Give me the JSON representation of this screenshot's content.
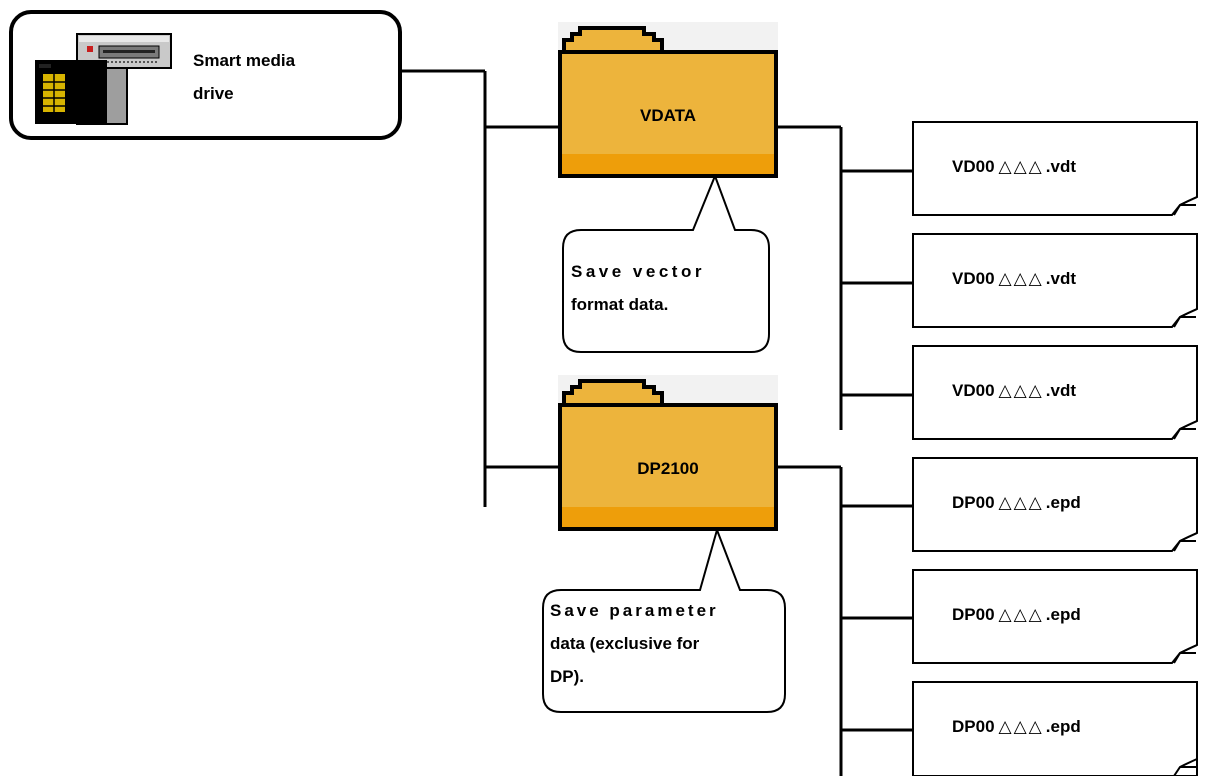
{
  "drive": {
    "label_line1": "Smart media",
    "label_line2": "drive",
    "icon": "smart-media-drive-icon"
  },
  "folders": [
    {
      "name": "VDATA",
      "icon": "folder-icon",
      "callout_line1": "Save vector",
      "callout_line2": "format data."
    },
    {
      "name": "DP2100",
      "icon": "folder-icon",
      "callout_line1": "Save parameter",
      "callout_line2": "data (exclusive for",
      "callout_line3": "DP)."
    }
  ],
  "files": [
    {
      "prefix": "VD00",
      "marks": "△△△",
      "ext": ".vdt"
    },
    {
      "prefix": "VD00",
      "marks": "△△△",
      "ext": ".vdt"
    },
    {
      "prefix": "VD00",
      "marks": "△△△",
      "ext": ".vdt"
    },
    {
      "prefix": "DP00",
      "marks": "△△△",
      "ext": ".epd"
    },
    {
      "prefix": "DP00",
      "marks": "△△△",
      "ext": ".epd"
    },
    {
      "prefix": "DP00",
      "marks": "△△△",
      "ext": ".epd"
    }
  ],
  "colors": {
    "folder_body": "#EDB43C",
    "folder_band": "#EE9E0A",
    "folder_outline": "#000000",
    "folder_backdrop": "#F2F2F2",
    "line": "#000000"
  }
}
